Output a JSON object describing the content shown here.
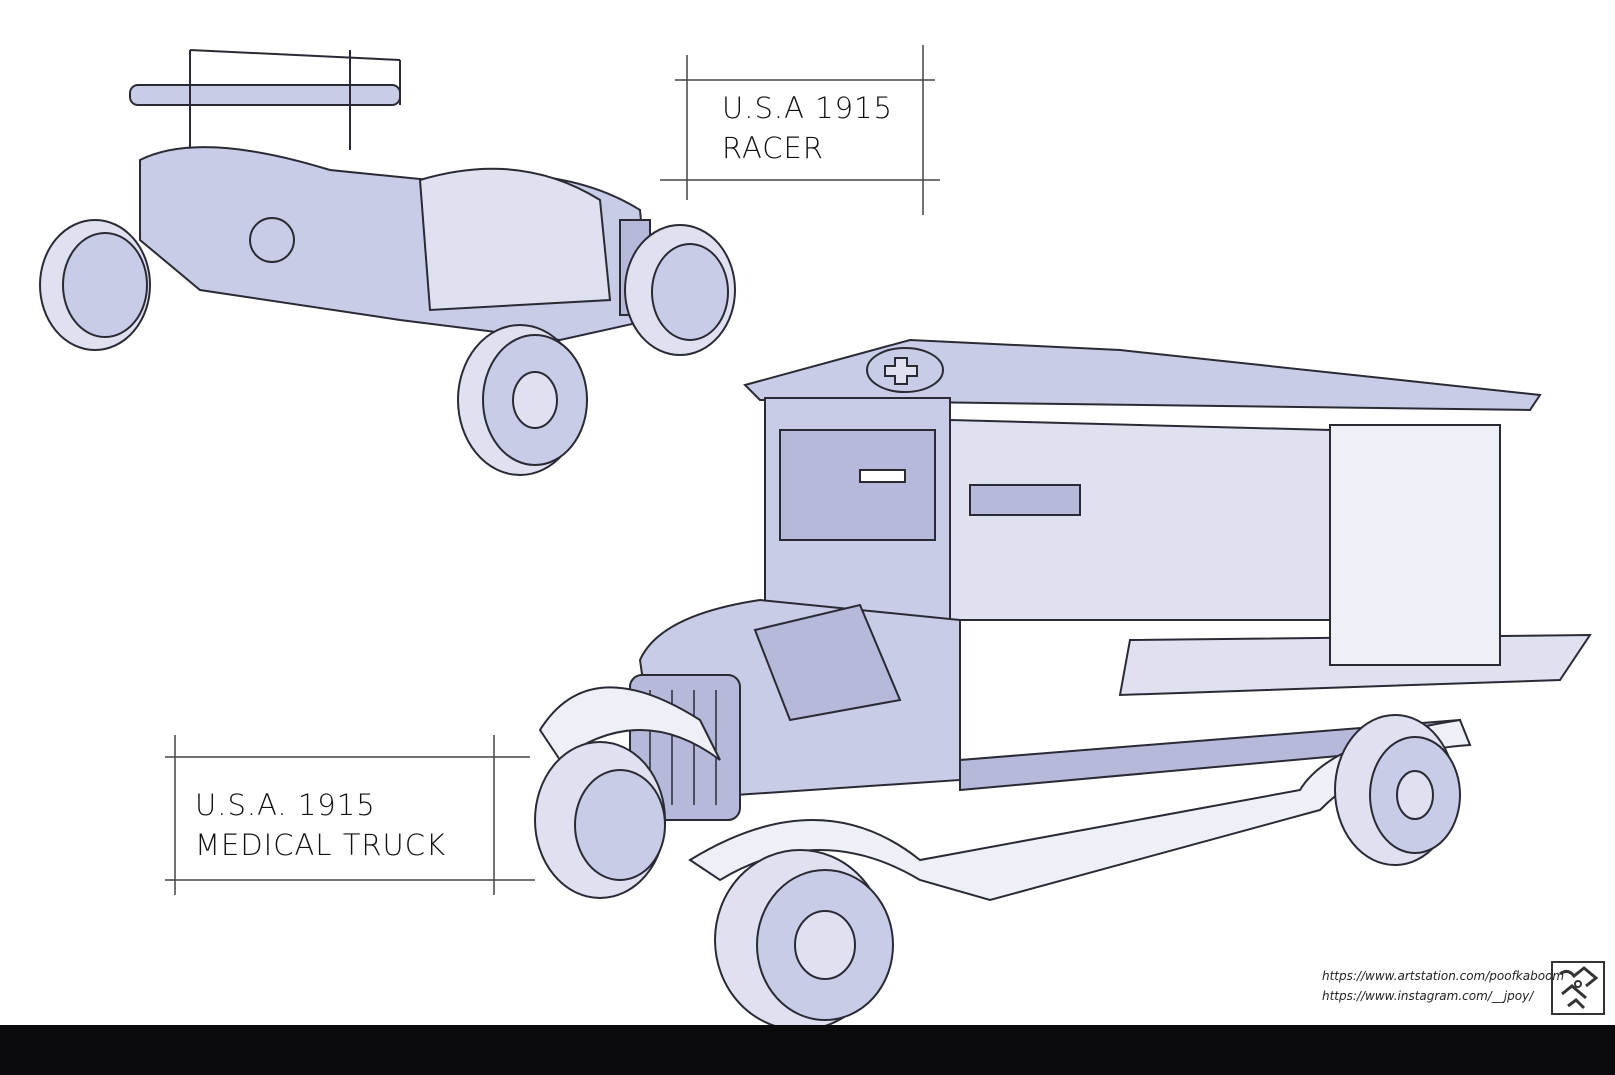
{
  "racer_label": {
    "line1": "U.S.A 1915",
    "line2": "RACER"
  },
  "truck_label": {
    "line1": "U.S.A. 1915",
    "line2": "MEDICAL TRUCK"
  },
  "credits": {
    "artstation": "https://www.artstation.com/poofkaboom",
    "instagram": "https://www.instagram.com/__jpoy/"
  },
  "colors": {
    "body": "#c9cce6",
    "line": "#2a2a35",
    "shade": "#9fa3c8",
    "bar": "#0a0a0c"
  }
}
